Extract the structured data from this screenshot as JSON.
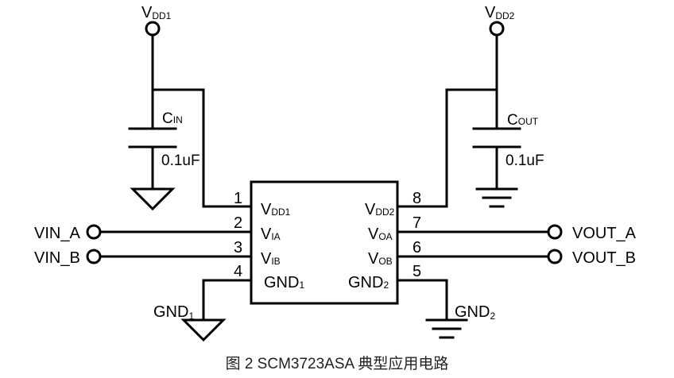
{
  "supplies": {
    "vdd1": {
      "main": "V",
      "sub": "DD1"
    },
    "vdd2": {
      "main": "V",
      "sub": "DD2"
    }
  },
  "capacitors": {
    "cin": {
      "main": "C",
      "sub": "IN",
      "value": "0.1uF"
    },
    "cout": {
      "main": "C",
      "sub": "OUT",
      "value": "0.1uF"
    }
  },
  "chip": {
    "pins_left": [
      {
        "num": "1",
        "main": "V",
        "sub": "DD1"
      },
      {
        "num": "2",
        "main": "V",
        "sub": "IA"
      },
      {
        "num": "3",
        "main": "V",
        "sub": "IB"
      },
      {
        "num": "4",
        "main": "GND",
        "sub": "1"
      }
    ],
    "pins_right": [
      {
        "num": "8",
        "main": "V",
        "sub": "DD2"
      },
      {
        "num": "7",
        "main": "V",
        "sub": "OA"
      },
      {
        "num": "6",
        "main": "V",
        "sub": "OB"
      },
      {
        "num": "5",
        "main": "GND",
        "sub": "2"
      }
    ]
  },
  "signals": {
    "vin_a": "VIN_A",
    "vin_b": "VIN_B",
    "vout_a": "VOUT_A",
    "vout_b": "VOUT_B"
  },
  "grounds": {
    "gnd1": {
      "main": "GND",
      "sub": "1"
    },
    "gnd2": {
      "main": "GND",
      "sub": "2"
    }
  },
  "caption": "图 2 SCM3723ASA 典型应用电路"
}
